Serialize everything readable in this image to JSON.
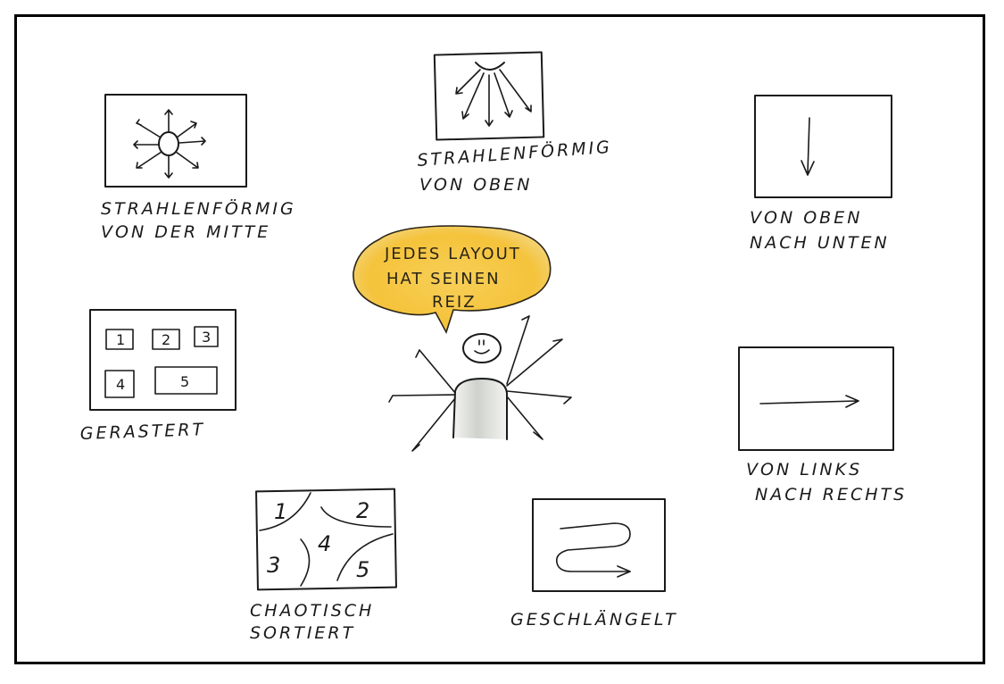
{
  "speech_bubble": {
    "lines": [
      "JEDES LAYOUT",
      "HAT SEINEN",
      "REIZ"
    ],
    "color": "#f5c33b"
  },
  "layouts": {
    "radial_center": {
      "lines": [
        "STRAHLENFÖRMIG",
        "VON DER MITTE"
      ]
    },
    "radial_top": {
      "lines": [
        "STRAHLENFÖRMIG",
        "VON OBEN"
      ]
    },
    "top_down": {
      "lines": [
        "VON OBEN",
        "NACH UNTEN"
      ]
    },
    "grid": {
      "lines": [
        "GERASTERT"
      ],
      "cells": [
        "1",
        "2",
        "3",
        "4",
        "5"
      ]
    },
    "left_right": {
      "lines": [
        "VON LINKS",
        "NACH RECHTS"
      ]
    },
    "chaotic": {
      "lines": [
        "CHAOTISCH",
        "SORTIERT"
      ],
      "cells": [
        "1",
        "2",
        "3",
        "4",
        "5"
      ]
    },
    "meander": {
      "lines": [
        "GESCHLÄNGELT"
      ]
    }
  }
}
